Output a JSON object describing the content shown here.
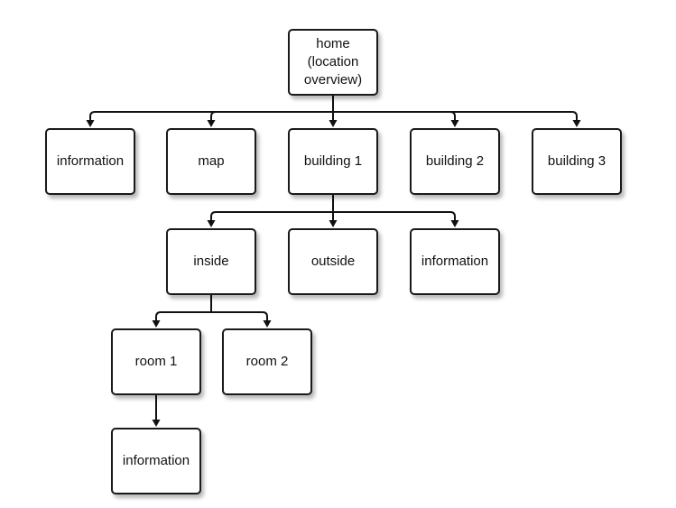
{
  "diagram": {
    "nodes": [
      {
        "id": "home",
        "label": "home\n(location\noverview)"
      },
      {
        "id": "information-top",
        "label": "information"
      },
      {
        "id": "map",
        "label": "map"
      },
      {
        "id": "building-1",
        "label": "building 1"
      },
      {
        "id": "building-2",
        "label": "building 2"
      },
      {
        "id": "building-3",
        "label": "building 3"
      },
      {
        "id": "inside",
        "label": "inside"
      },
      {
        "id": "outside",
        "label": "outside"
      },
      {
        "id": "information-building",
        "label": "information"
      },
      {
        "id": "room-1",
        "label": "room 1"
      },
      {
        "id": "room-2",
        "label": "room 2"
      },
      {
        "id": "information-room",
        "label": "information"
      }
    ],
    "edges": [
      {
        "from": "home",
        "to": "information-top"
      },
      {
        "from": "home",
        "to": "map"
      },
      {
        "from": "home",
        "to": "building-1"
      },
      {
        "from": "home",
        "to": "building-2"
      },
      {
        "from": "home",
        "to": "building-3"
      },
      {
        "from": "building-1",
        "to": "inside"
      },
      {
        "from": "building-1",
        "to": "outside"
      },
      {
        "from": "building-1",
        "to": "information-building"
      },
      {
        "from": "inside",
        "to": "room-1"
      },
      {
        "from": "inside",
        "to": "room-2"
      },
      {
        "from": "room-1",
        "to": "information-room"
      }
    ]
  }
}
